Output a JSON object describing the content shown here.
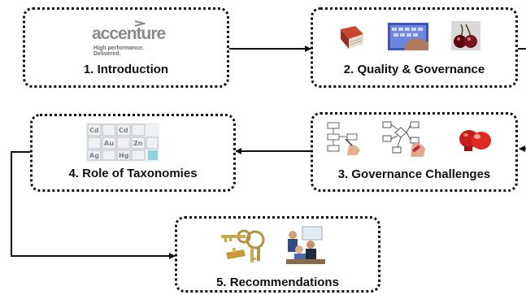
{
  "steps": [
    {
      "label": "1. Introduction"
    },
    {
      "label": "2. Quality & Governance"
    },
    {
      "label": "3. Governance Challenges"
    },
    {
      "label": "4. Role of Taxonomies"
    },
    {
      "label": "5. Recommendations"
    }
  ],
  "logo": {
    "text": "accenture",
    "tagline": "High performance. Delivered."
  },
  "icons": {
    "step1": [
      "accenture-logo"
    ],
    "step2": [
      "book-icon",
      "keyboard-icon",
      "cherries-icon"
    ],
    "step3": [
      "flowchart-icon",
      "hand-drawn-flowchart-icon",
      "boxing-gloves-icon"
    ],
    "step4": [
      "periodic-table-icon"
    ],
    "step5": [
      "keys-icon",
      "meeting-people-icon"
    ]
  },
  "colors": {
    "border": "#111111",
    "arrow": "#111111"
  }
}
